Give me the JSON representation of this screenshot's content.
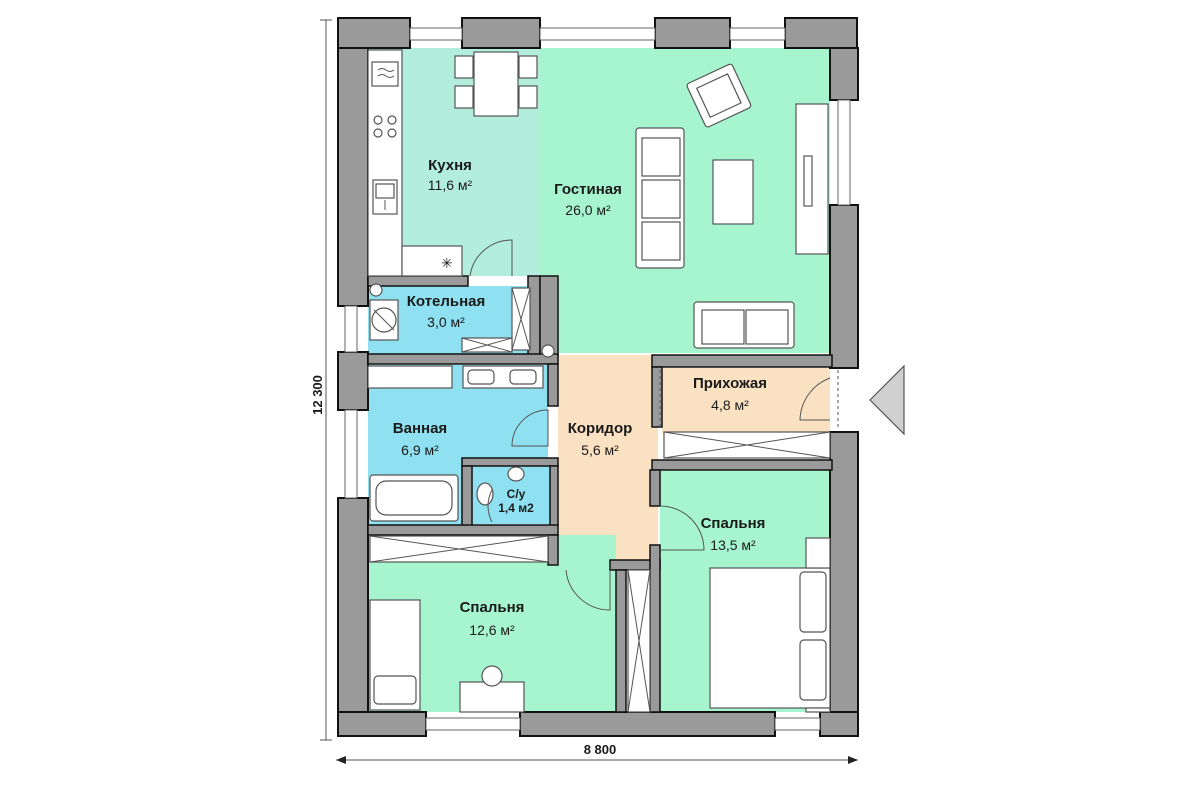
{
  "dimensions": {
    "width_label": "8 800",
    "height_label": "12 300"
  },
  "rooms": {
    "kitchen": {
      "name": "Кухня",
      "area": "11,6 м²"
    },
    "living": {
      "name": "Гостиная",
      "area": "26,0 м²"
    },
    "boiler": {
      "name": "Котельная",
      "area": "3,0 м²"
    },
    "bath": {
      "name": "Ванная",
      "area": "6,9 м²"
    },
    "corridor": {
      "name": "Коридор",
      "area": "5,6 м²"
    },
    "hall": {
      "name": "Прихожая",
      "area": "4,8 м²"
    },
    "wc": {
      "name": "С/у",
      "area": "1,4 м2"
    },
    "bedroom1": {
      "name": "Спальня",
      "area": "13,5 м²"
    },
    "bedroom2": {
      "name": "Спальня",
      "area": "12,6 м²"
    }
  },
  "colors": {
    "kitchen": "#b2eedb",
    "living": "#a6f5cf",
    "wet": "#8fe0f0",
    "corridor": "#fae1c2",
    "bedroom": "#a6f5cf",
    "wall": "#9a9a9a"
  },
  "icons": {
    "entrance": "entrance-arrow-icon"
  }
}
